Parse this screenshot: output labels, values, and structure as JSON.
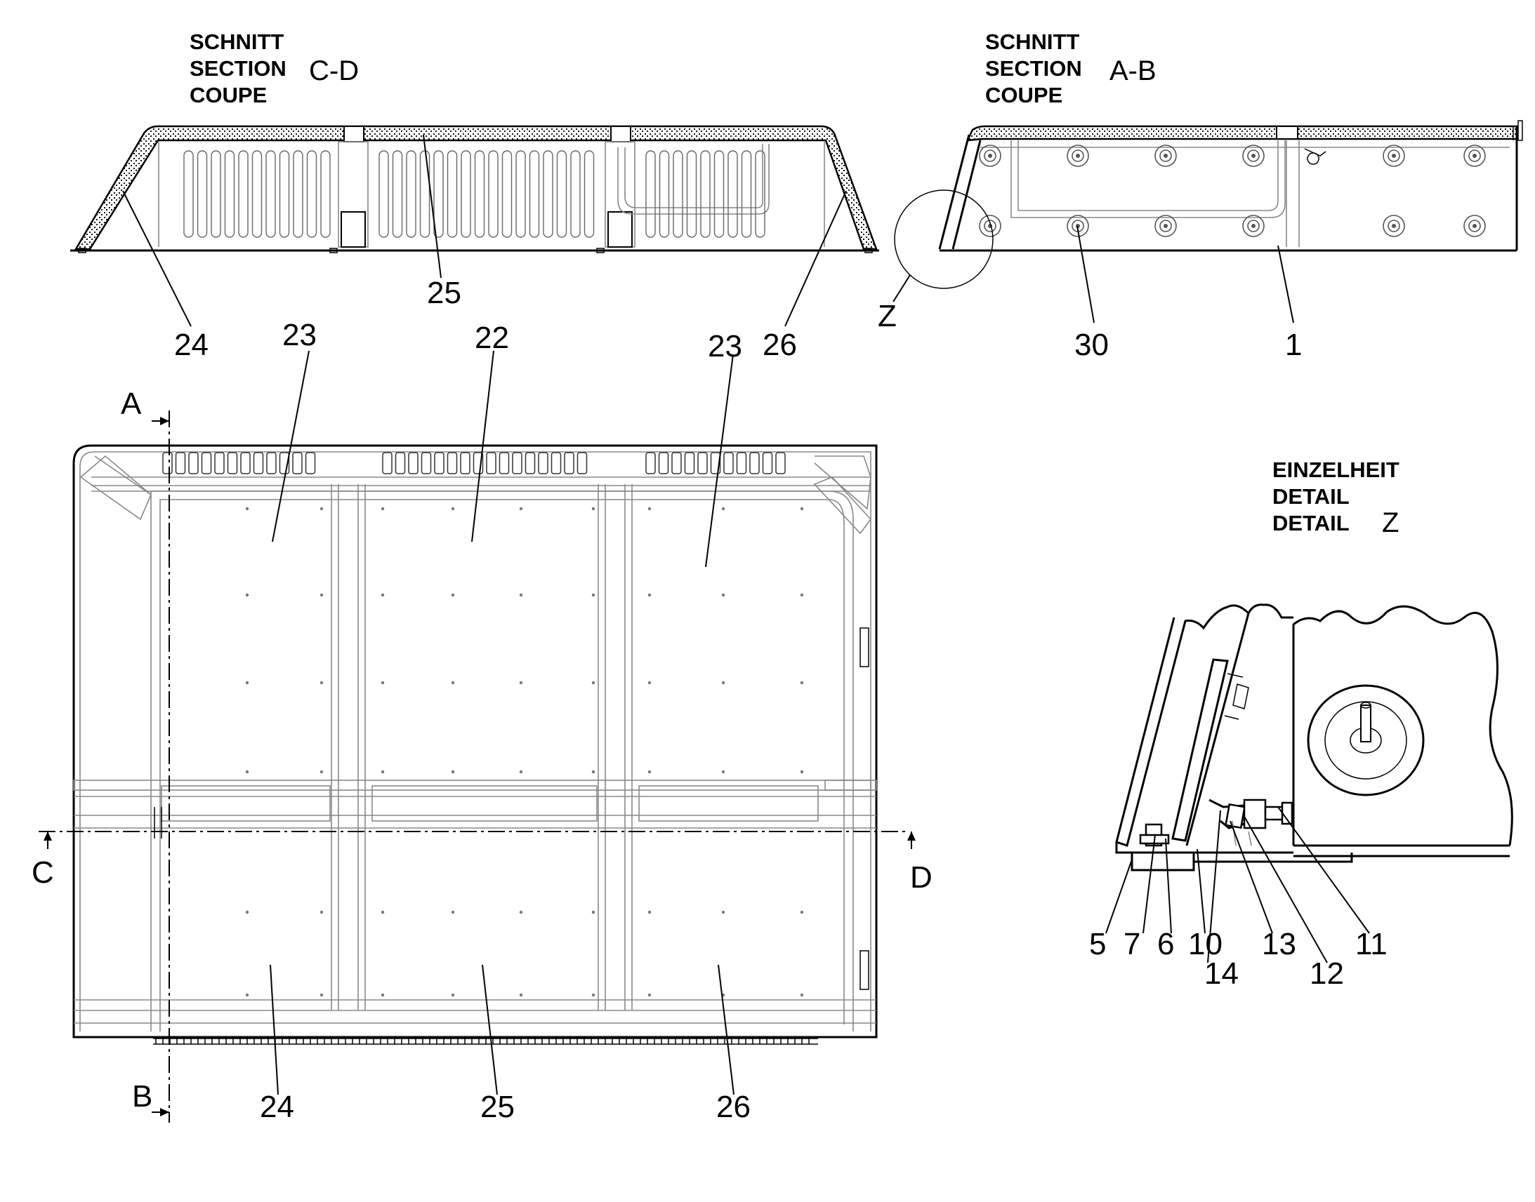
{
  "section_cd": {
    "line1": "SCHNITT",
    "line2": "SECTION",
    "line3": "COUPE",
    "id": "C-D"
  },
  "section_ab": {
    "line1": "SCHNITT",
    "line2": "SECTION",
    "line3": "COUPE",
    "id": "A-B"
  },
  "detail": {
    "line1": "EINZELHEIT",
    "line2": "DETAIL",
    "line3": "DETAIL",
    "id": "Z"
  },
  "markers": {
    "a": "A",
    "b": "B",
    "c": "C",
    "d": "D",
    "z": "Z"
  },
  "callouts_cd": [
    "24",
    "25",
    "26"
  ],
  "callouts_ab": [
    "30",
    "1"
  ],
  "callouts_top": [
    "23",
    "22",
    "23"
  ],
  "callouts_bottom": [
    "24",
    "25",
    "26"
  ],
  "callouts_detail": [
    "5",
    "7",
    "6",
    "10",
    "14",
    "13",
    "12",
    "11"
  ]
}
